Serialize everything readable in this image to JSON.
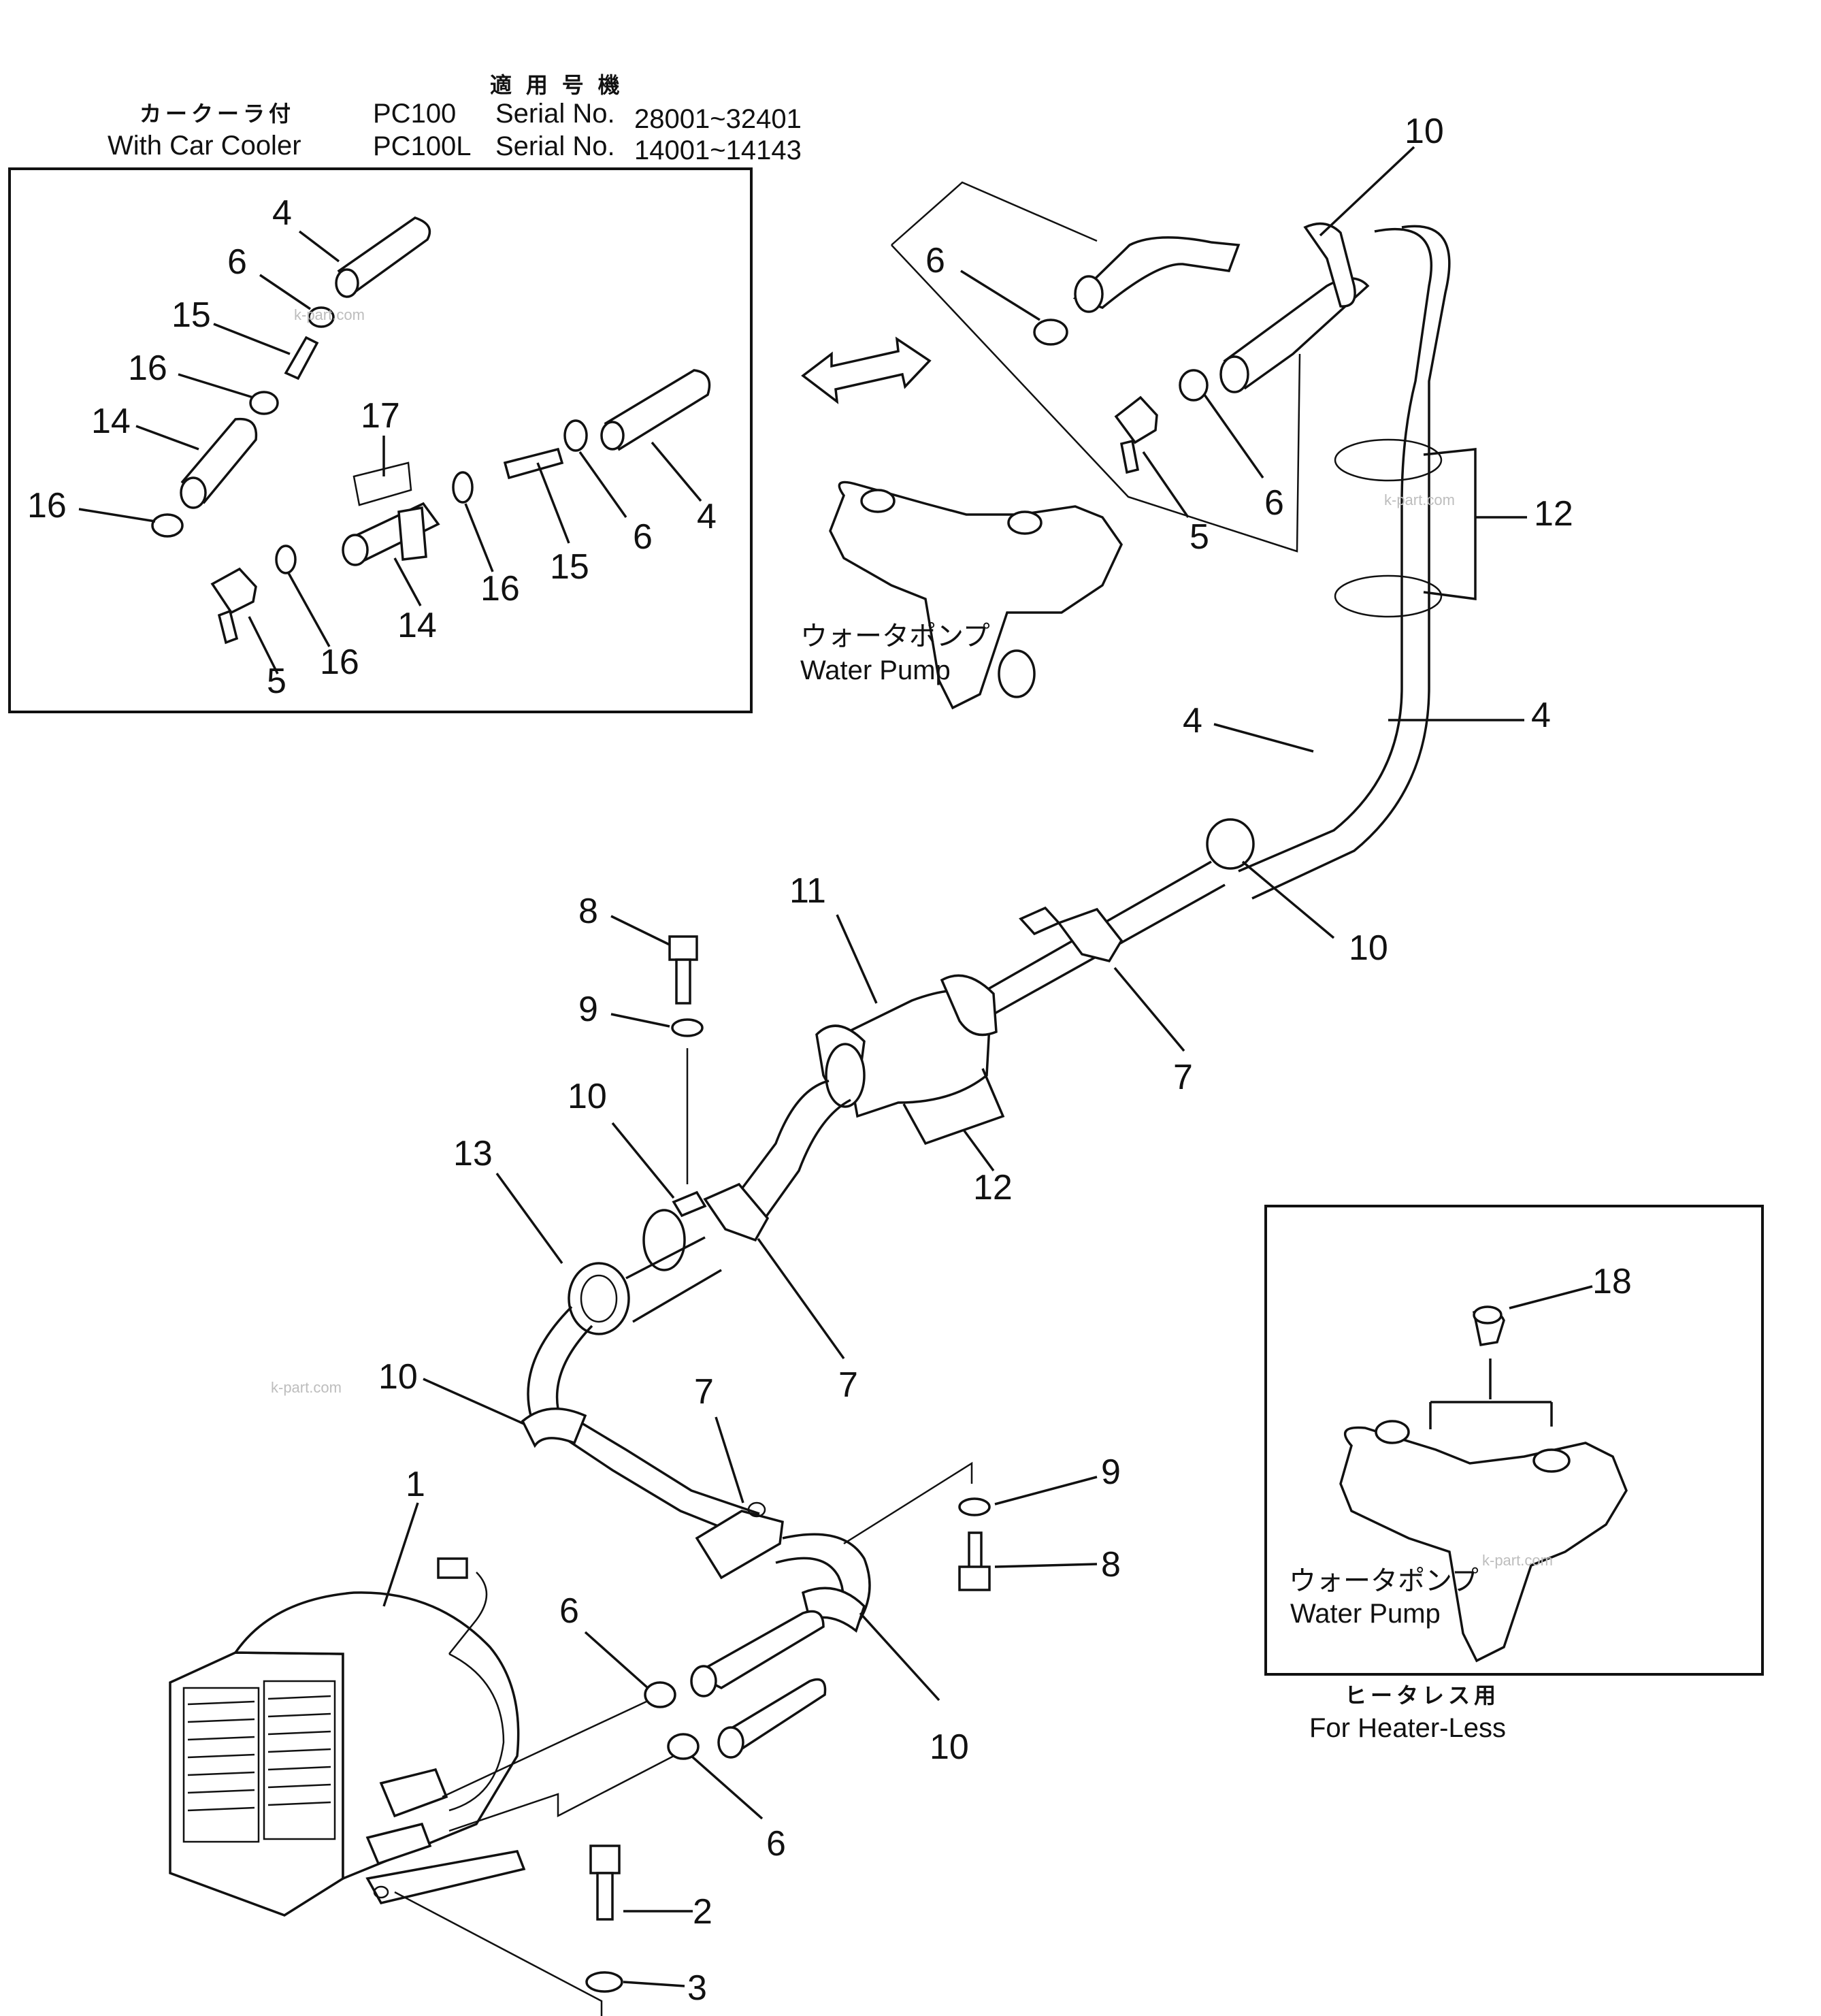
{
  "header": {
    "applicable_models_jp": "適 用 号 機",
    "with_car_cooler_jp": "カークーラ付",
    "with_car_cooler": "With Car Cooler",
    "model_1": "PC100",
    "serial_label_1": "Serial No.",
    "serial_range_1": "28001~32401",
    "model_2": "PC100L",
    "serial_label_2": "Serial No.",
    "serial_range_2": "14001~14143"
  },
  "labels": {
    "water_pump_jp": "ウォータポンプ",
    "water_pump": "Water Pump",
    "water_pump_jp_2": "ウォータポンプ",
    "water_pump_2": "Water Pump",
    "heater_less_jp": "ヒータレス用",
    "heater_less": "For Heater-Less"
  },
  "watermark": "k-part.com",
  "callouts": {
    "inset": [
      "4",
      "6",
      "15",
      "16",
      "14",
      "17",
      "16",
      "5",
      "16",
      "14",
      "16",
      "15",
      "6",
      "4"
    ],
    "main": [
      "10",
      "6",
      "5",
      "6",
      "12",
      "4",
      "4",
      "10",
      "11",
      "8",
      "9",
      "7",
      "12",
      "10",
      "13",
      "7",
      "10",
      "7",
      "9",
      "8",
      "1",
      "6",
      "6",
      "10",
      "2",
      "3",
      "18"
    ]
  }
}
